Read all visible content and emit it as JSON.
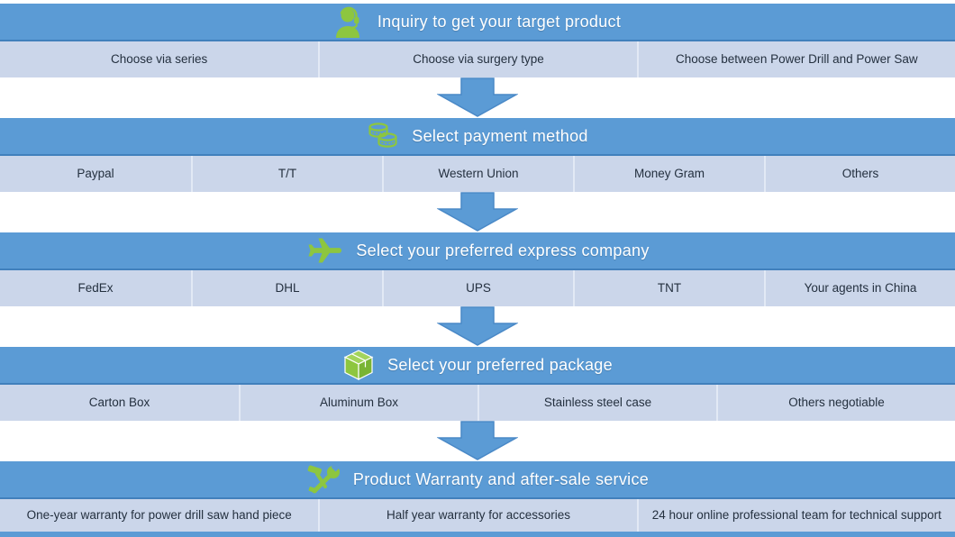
{
  "colors": {
    "header_blue": "#5b9bd5",
    "header_border_blue": "#4180bc",
    "row_light_blue": "#cbd6ea",
    "cell_divider": "#e2e9f5",
    "icon_green": "#8dc63f",
    "header_text": "#ffffff",
    "row_text": "#24303f",
    "background": "#ffffff"
  },
  "sections": [
    {
      "icon": "support-agent-icon",
      "title": "Inquiry to get your target product",
      "options": [
        "Choose via series",
        "Choose via surgery type",
        "Choose between Power Drill and Power Saw"
      ]
    },
    {
      "icon": "coins-icon",
      "title": "Select payment method",
      "options": [
        "Paypal",
        "T/T",
        "Western Union",
        "Money Gram",
        "Others"
      ]
    },
    {
      "icon": "airplane-icon",
      "title": "Select your preferred express company",
      "options": [
        "FedEx",
        "DHL",
        "UPS",
        "TNT",
        "Your agents in China"
      ]
    },
    {
      "icon": "package-box-icon",
      "title": "Select your preferred package",
      "options": [
        "Carton Box",
        "Aluminum Box",
        "Stainless steel case",
        "Others negotiable"
      ]
    },
    {
      "icon": "repair-tools-icon",
      "title": "Product Warranty and after-sale service",
      "options": [
        "One-year warranty for power drill saw hand piece",
        "Half year warranty for accessories",
        "24 hour online professional team for technical support"
      ]
    }
  ]
}
